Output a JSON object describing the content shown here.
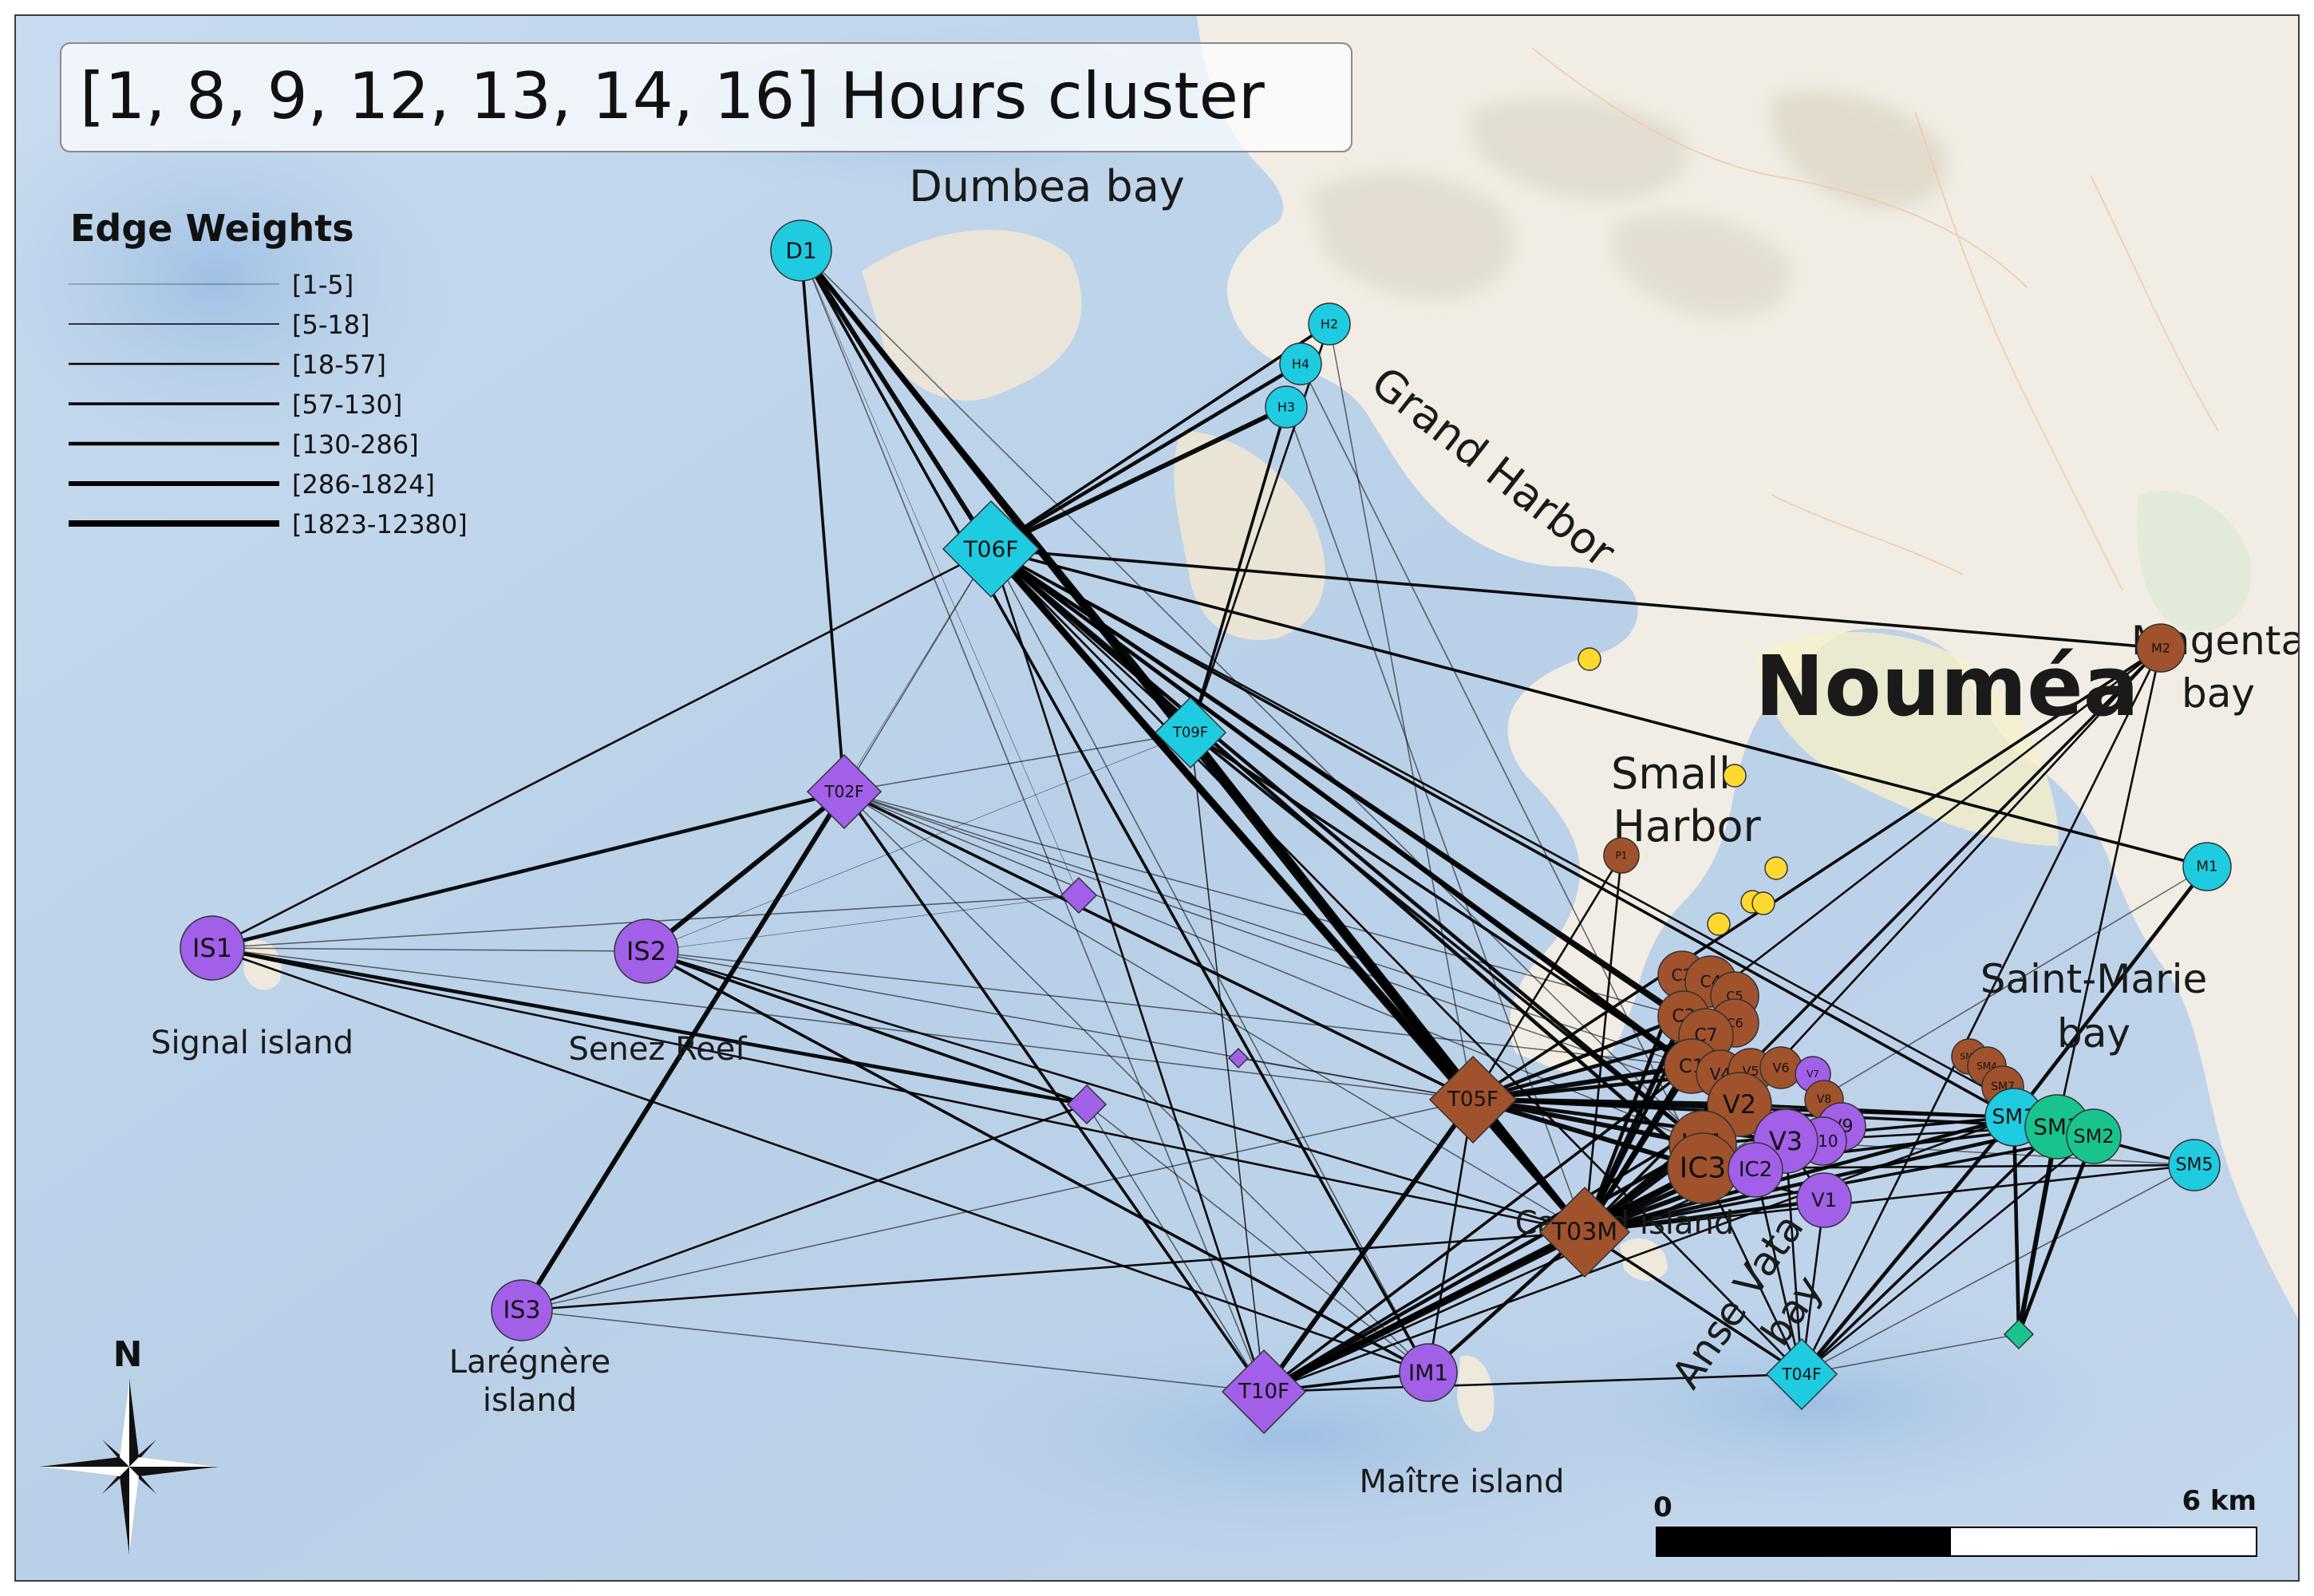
{
  "title": "[1, 8, 9, 12, 13, 14, 16] Hours cluster",
  "legend": {
    "title": "Edge Weights",
    "classes": [
      "[1-5]",
      "[5-18]",
      "[18-57]",
      "[57-130]",
      "[130-286]",
      "[286-1824]",
      "[1823-12380]"
    ]
  },
  "place_labels": {
    "city": "Nouméa",
    "dumbea_bay": "Dumbea bay",
    "grand_harbor": "Grand Harbor",
    "magenta_bay_1": "Magenta",
    "magenta_bay_2": "bay",
    "small_harbor_1": "Small",
    "small_harbor_2": "Harbor",
    "saint_marie_1": "Saint-Marie",
    "saint_marie_2": "bay",
    "signal_island": "Signal island",
    "senez_reef": "Senez Reef",
    "laregnere_1": "Larégnère",
    "laregnere_2": "island",
    "maitre_island": "Maître island",
    "anse_vata_1": "Anse Vata",
    "anse_vata_2": "bay",
    "canard_island": "Canard island"
  },
  "scale_bar": {
    "start_label": "0",
    "end_label": "6 km"
  },
  "north_arrow": {
    "label": "N",
    "icon": "compass-star-icon"
  },
  "colors": {
    "cyan": "#1ecbe1",
    "purple": "#a25fe8",
    "brown": "#a0522d",
    "green": "#19c38d",
    "yellow": "#ffd92f",
    "sea": "#bcd3ea",
    "land": "#f2efe6"
  },
  "nodes": [
    {
      "id": "D1",
      "label": "D1",
      "shape": "circle",
      "color": "cyan",
      "r": 38,
      "fs": 28
    },
    {
      "id": "H2",
      "label": "H2",
      "shape": "circle",
      "color": "cyan",
      "r": 26,
      "fs": 16
    },
    {
      "id": "H4",
      "label": "H4",
      "shape": "circle",
      "color": "cyan",
      "r": 26,
      "fs": 16
    },
    {
      "id": "H3",
      "label": "H3",
      "shape": "circle",
      "color": "cyan",
      "r": 26,
      "fs": 16
    },
    {
      "id": "T06F",
      "label": "T06F",
      "shape": "diamond",
      "color": "cyan",
      "r": 60,
      "fs": 28
    },
    {
      "id": "T09F",
      "label": "T09F",
      "shape": "diamond",
      "color": "cyan",
      "r": 44,
      "fs": 18
    },
    {
      "id": "T02F",
      "label": "T02F",
      "shape": "diamond",
      "color": "purple",
      "r": 46,
      "fs": 20
    },
    {
      "id": "IS1",
      "label": "IS1",
      "shape": "circle",
      "color": "purple",
      "r": 40,
      "fs": 32
    },
    {
      "id": "IS2",
      "label": "IS2",
      "shape": "circle",
      "color": "purple",
      "r": 40,
      "fs": 32
    },
    {
      "id": "IS3",
      "label": "IS3",
      "shape": "circle",
      "color": "purple",
      "r": 38,
      "fs": 30
    },
    {
      "id": "Tsm1",
      "label": "",
      "shape": "diamond",
      "color": "purple",
      "r": 22,
      "fs": 8
    },
    {
      "id": "Tsm2",
      "label": "",
      "shape": "diamond",
      "color": "purple",
      "r": 12,
      "fs": 8
    },
    {
      "id": "Tsm3",
      "label": "",
      "shape": "diamond",
      "color": "purple",
      "r": 24,
      "fs": 8
    },
    {
      "id": "T10F",
      "label": "T10F",
      "shape": "diamond",
      "color": "purple",
      "r": 52,
      "fs": 26
    },
    {
      "id": "IM1",
      "label": "IM1",
      "shape": "circle",
      "color": "purple",
      "r": 36,
      "fs": 28
    },
    {
      "id": "T05F",
      "label": "T05F",
      "shape": "diamond",
      "color": "brown",
      "r": 54,
      "fs": 26
    },
    {
      "id": "T03M",
      "label": "T03M",
      "shape": "diamond",
      "color": "brown",
      "r": 56,
      "fs": 30
    },
    {
      "id": "P1",
      "label": "P1",
      "shape": "circle",
      "color": "brown",
      "r": 22,
      "fs": 12
    },
    {
      "id": "M2",
      "label": "M2",
      "shape": "circle",
      "color": "brown",
      "r": 30,
      "fs": 16
    },
    {
      "id": "M1",
      "label": "M1",
      "shape": "circle",
      "color": "cyan",
      "r": 30,
      "fs": 18
    },
    {
      "id": "SM5",
      "label": "SM5",
      "shape": "circle",
      "color": "cyan",
      "r": 32,
      "fs": 22
    },
    {
      "id": "C2",
      "label": "C2",
      "shape": "circle",
      "color": "brown",
      "r": 30,
      "fs": 20
    },
    {
      "id": "C4",
      "label": "C4",
      "shape": "circle",
      "color": "brown",
      "r": 32,
      "fs": 20
    },
    {
      "id": "C5",
      "label": "C5",
      "shape": "circle",
      "color": "brown",
      "r": 30,
      "fs": 16
    },
    {
      "id": "C6",
      "label": "C6",
      "shape": "circle",
      "color": "brown",
      "r": 30,
      "fs": 16
    },
    {
      "id": "C3",
      "label": "C3",
      "shape": "circle",
      "color": "brown",
      "r": 32,
      "fs": 22
    },
    {
      "id": "C7",
      "label": "C7",
      "shape": "circle",
      "color": "brown",
      "r": 34,
      "fs": 22
    },
    {
      "id": "C1",
      "label": "C1",
      "shape": "circle",
      "color": "brown",
      "r": 34,
      "fs": 24
    },
    {
      "id": "V4",
      "label": "V4",
      "shape": "circle",
      "color": "brown",
      "r": 30,
      "fs": 20
    },
    {
      "id": "V5",
      "label": "V5",
      "shape": "circle",
      "color": "brown",
      "r": 28,
      "fs": 16
    },
    {
      "id": "V6",
      "label": "V6",
      "shape": "circle",
      "color": "brown",
      "r": 26,
      "fs": 16
    },
    {
      "id": "V7",
      "label": "V7",
      "shape": "circle",
      "color": "purple",
      "r": 22,
      "fs": 12
    },
    {
      "id": "V2",
      "label": "V2",
      "shape": "circle",
      "color": "brown",
      "r": 40,
      "fs": 32
    },
    {
      "id": "V8",
      "label": "V8",
      "shape": "circle",
      "color": "brown",
      "r": 24,
      "fs": 14
    },
    {
      "id": "V9",
      "label": "V9",
      "shape": "circle",
      "color": "purple",
      "r": 30,
      "fs": 22
    },
    {
      "id": "V10",
      "label": "V10",
      "shape": "circle",
      "color": "purple",
      "r": 30,
      "fs": 20
    },
    {
      "id": "V3",
      "label": "V3",
      "shape": "circle",
      "color": "purple",
      "r": 40,
      "fs": 32
    },
    {
      "id": "IC1",
      "label": "IC1",
      "shape": "circle",
      "color": "brown",
      "r": 42,
      "fs": 34
    },
    {
      "id": "IC3",
      "label": "IC3",
      "shape": "circle",
      "color": "brown",
      "r": 44,
      "fs": 36
    },
    {
      "id": "IC2",
      "label": "IC2",
      "shape": "circle",
      "color": "purple",
      "r": 34,
      "fs": 26
    },
    {
      "id": "V1",
      "label": "V1",
      "shape": "circle",
      "color": "purple",
      "r": 34,
      "fs": 24
    },
    {
      "id": "SM6",
      "label": "SM6",
      "shape": "circle",
      "color": "brown",
      "r": 22,
      "fs": 11
    },
    {
      "id": "SM4",
      "label": "SM4",
      "shape": "circle",
      "color": "brown",
      "r": 24,
      "fs": 12
    },
    {
      "id": "SM7",
      "label": "SM7",
      "shape": "circle",
      "color": "brown",
      "r": 26,
      "fs": 14
    },
    {
      "id": "SM1",
      "label": "SM1",
      "shape": "circle",
      "color": "cyan",
      "r": 36,
      "fs": 26
    },
    {
      "id": "SM3",
      "label": "SM3",
      "shape": "circle",
      "color": "green",
      "r": 40,
      "fs": 28
    },
    {
      "id": "SM2",
      "label": "SM2",
      "shape": "circle",
      "color": "green",
      "r": 34,
      "fs": 24
    },
    {
      "id": "Tgr",
      "label": "",
      "shape": "diamond",
      "color": "green",
      "r": 18,
      "fs": 8
    },
    {
      "id": "T04F",
      "label": "T04F",
      "shape": "diamond",
      "color": "cyan",
      "r": 44,
      "fs": 20
    },
    {
      "id": "Y1",
      "label": "",
      "shape": "circle",
      "color": "yellow",
      "r": 14,
      "fs": 8
    },
    {
      "id": "Y2",
      "label": "",
      "shape": "circle",
      "color": "yellow",
      "r": 14,
      "fs": 8
    },
    {
      "id": "Y3",
      "label": "",
      "shape": "circle",
      "color": "yellow",
      "r": 14,
      "fs": 8
    },
    {
      "id": "Y4",
      "label": "",
      "shape": "circle",
      "color": "yellow",
      "r": 14,
      "fs": 8
    },
    {
      "id": "Y5",
      "label": "",
      "shape": "circle",
      "color": "yellow",
      "r": 14,
      "fs": 8
    },
    {
      "id": "Y6",
      "label": "",
      "shape": "circle",
      "color": "yellow",
      "r": 14,
      "fs": 8
    }
  ],
  "edges": [
    [
      "D1",
      "T02F",
      3
    ],
    [
      "D1",
      "T06F",
      5
    ],
    [
      "D1",
      "T09F",
      4
    ],
    [
      "D1",
      "T05F",
      5
    ],
    [
      "D1",
      "T03M",
      4
    ],
    [
      "D1",
      "IM1",
      3
    ],
    [
      "D1",
      "T10F",
      1
    ],
    [
      "D1",
      "Tsm1",
      0
    ],
    [
      "D1",
      "IC1",
      1
    ],
    [
      "H2",
      "T06F",
      3
    ],
    [
      "H4",
      "T06F",
      4
    ],
    [
      "H3",
      "T06F",
      5
    ],
    [
      "H2",
      "T09F",
      2
    ],
    [
      "H3",
      "T09F",
      3
    ],
    [
      "H2",
      "T05F",
      1
    ],
    [
      "H4",
      "IC3",
      1
    ],
    [
      "H3",
      "T03M",
      1
    ],
    [
      "T06F",
      "IS1",
      2
    ],
    [
      "T06F",
      "T02F",
      1
    ],
    [
      "T06F",
      "T09F",
      2
    ],
    [
      "T06F",
      "T05F",
      6
    ],
    [
      "T06F",
      "T03M",
      6
    ],
    [
      "T06F",
      "C1",
      4
    ],
    [
      "T06F",
      "C3",
      4
    ],
    [
      "T06F",
      "C7",
      3
    ],
    [
      "T06F",
      "V2",
      3
    ],
    [
      "T06F",
      "IC1",
      4
    ],
    [
      "T06F",
      "IC3",
      4
    ],
    [
      "T06F",
      "SM1",
      3
    ],
    [
      "T06F",
      "M2",
      3
    ],
    [
      "T06F",
      "M1",
      3
    ],
    [
      "T06F",
      "T10F",
      2
    ],
    [
      "T06F",
      "IM1",
      1
    ],
    [
      "T06F",
      "T04F",
      2
    ],
    [
      "T06F",
      "SM3",
      2
    ],
    [
      "T06F",
      "V3",
      2
    ],
    [
      "T09F",
      "T05F",
      5
    ],
    [
      "T09F",
      "T03M",
      4
    ],
    [
      "T09F",
      "C1",
      3
    ],
    [
      "T09F",
      "IC1",
      3
    ],
    [
      "T09F",
      "T02F",
      1
    ],
    [
      "T09F",
      "IS2",
      0
    ],
    [
      "T09F",
      "T10F",
      1
    ],
    [
      "T02F",
      "IS1",
      4
    ],
    [
      "T02F",
      "IS2",
      5
    ],
    [
      "T02F",
      "IS3",
      5
    ],
    [
      "T02F",
      "T10F",
      3
    ],
    [
      "T02F",
      "T05F",
      3
    ],
    [
      "T02F",
      "T03M",
      1
    ],
    [
      "T02F",
      "C3",
      1
    ],
    [
      "T02F",
      "C1",
      1
    ],
    [
      "T02F",
      "IC1",
      1
    ],
    [
      "T02F",
      "V2",
      1
    ],
    [
      "T02F",
      "IM1",
      1
    ],
    [
      "IS1",
      "IS2",
      1
    ],
    [
      "IS1",
      "Tsm3",
      4
    ],
    [
      "IS1",
      "T05F",
      1
    ],
    [
      "IS1",
      "IM1",
      2
    ],
    [
      "IS1",
      "T03M",
      2
    ],
    [
      "IS1",
      "Tsm1",
      1
    ],
    [
      "IS2",
      "Tsm3",
      3
    ],
    [
      "IS2",
      "IM1",
      3
    ],
    [
      "IS2",
      "T03M",
      2
    ],
    [
      "IS2",
      "C1",
      1
    ],
    [
      "IS2",
      "T05F",
      1
    ],
    [
      "IS2",
      "Tsm1",
      0
    ],
    [
      "IS3",
      "Tsm3",
      2
    ],
    [
      "IS3",
      "T10F",
      1
    ],
    [
      "IS3",
      "T03M",
      2
    ],
    [
      "IS3",
      "T06F",
      0
    ],
    [
      "IS3",
      "T05F",
      1
    ],
    [
      "T10F",
      "T03M",
      6
    ],
    [
      "T10F",
      "T05F",
      5
    ],
    [
      "T10F",
      "IC3",
      5
    ],
    [
      "T10F",
      "IC1",
      4
    ],
    [
      "T10F",
      "IM1",
      3
    ],
    [
      "T10F",
      "C1",
      3
    ],
    [
      "T10F",
      "V2",
      3
    ],
    [
      "T10F",
      "IC2",
      2
    ],
    [
      "T10F",
      "T04F",
      2
    ],
    [
      "T10F",
      "SM1",
      2
    ],
    [
      "T10F",
      "Tsm3",
      1
    ],
    [
      "T10F",
      "T09F",
      1
    ],
    [
      "IM1",
      "T03M",
      4
    ],
    [
      "IM1",
      "T05F",
      2
    ],
    [
      "IM1",
      "Tsm3",
      1
    ],
    [
      "T05F",
      "T03M",
      5
    ],
    [
      "T05F",
      "C1",
      5
    ],
    [
      "T05F",
      "C3",
      4
    ],
    [
      "T05F",
      "C7",
      4
    ],
    [
      "T05F",
      "V4",
      4
    ],
    [
      "T05F",
      "V2",
      5
    ],
    [
      "T05F",
      "IC1",
      5
    ],
    [
      "T05F",
      "IC3",
      5
    ],
    [
      "T05F",
      "V3",
      4
    ],
    [
      "T05F",
      "SM1",
      3
    ],
    [
      "T05F",
      "SM3",
      3
    ],
    [
      "T05F",
      "M2",
      3
    ],
    [
      "T05F",
      "Tsm2",
      1
    ],
    [
      "T05F",
      "P1",
      2
    ],
    [
      "T03M",
      "IC1",
      6
    ],
    [
      "T03M",
      "IC3",
      6
    ],
    [
      "T03M",
      "IC2",
      5
    ],
    [
      "T03M",
      "C1",
      5
    ],
    [
      "T03M",
      "C3",
      5
    ],
    [
      "T03M",
      "C7",
      4
    ],
    [
      "T03M",
      "V2",
      5
    ],
    [
      "T03M",
      "V3",
      5
    ],
    [
      "T03M",
      "V1",
      4
    ],
    [
      "T03M",
      "SM1",
      4
    ],
    [
      "T03M",
      "SM3",
      4
    ],
    [
      "T03M",
      "SM2",
      3
    ],
    [
      "T03M",
      "T04F",
      3
    ],
    [
      "T03M",
      "M2",
      3
    ],
    [
      "T03M",
      "SM5",
      2
    ],
    [
      "T03M",
      "P1",
      2
    ],
    [
      "T03M",
      "C2",
      4
    ],
    [
      "T03M",
      "C4",
      4
    ],
    [
      "M2",
      "C3",
      2
    ],
    [
      "M2",
      "IC1",
      2
    ],
    [
      "M2",
      "SM3",
      2
    ],
    [
      "M2",
      "T04F",
      2
    ],
    [
      "M2",
      "V2",
      1
    ],
    [
      "M1",
      "SM1",
      4
    ],
    [
      "M1",
      "T06F",
      0
    ],
    [
      "M1",
      "IC3",
      1
    ],
    [
      "SM5",
      "SM1",
      3
    ],
    [
      "SM5",
      "IC3",
      2
    ],
    [
      "SM5",
      "T04F",
      1
    ],
    [
      "SM5",
      "V3",
      1
    ],
    [
      "SM1",
      "T04F",
      4
    ],
    [
      "SM1",
      "Tgr",
      4
    ],
    [
      "SM3",
      "Tgr",
      5
    ],
    [
      "SM2",
      "Tgr",
      4
    ],
    [
      "SM3",
      "T04F",
      3
    ],
    [
      "SM2",
      "T04F",
      2
    ],
    [
      "SM1",
      "IC1",
      3
    ],
    [
      "SM3",
      "IC3",
      3
    ],
    [
      "SM1",
      "V2",
      3
    ],
    [
      "SM3",
      "V3",
      2
    ],
    [
      "T04F",
      "IC2",
      2
    ],
    [
      "T04F",
      "V1",
      2
    ],
    [
      "T04F",
      "IC3",
      2
    ],
    [
      "T04F",
      "V3",
      2
    ],
    [
      "T04F",
      "Tgr",
      1
    ],
    [
      "C1",
      "C3",
      3
    ],
    [
      "C1",
      "V2",
      3
    ],
    [
      "C3",
      "C7",
      3
    ],
    [
      "IC1",
      "IC3",
      3
    ],
    [
      "V2",
      "V3",
      3
    ],
    [
      "IC3",
      "V1",
      2
    ],
    [
      "V3",
      "V1",
      2
    ]
  ]
}
